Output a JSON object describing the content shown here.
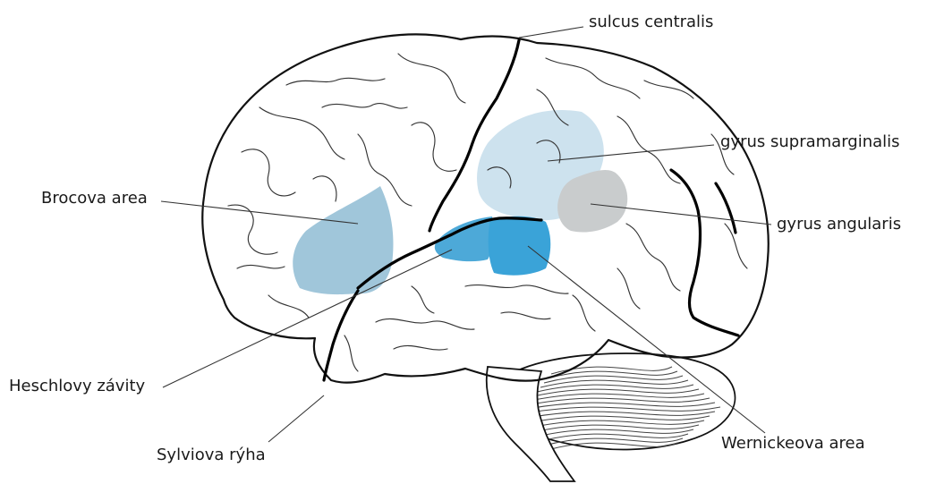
{
  "labels": {
    "sulcus_centralis": "sulcus centralis",
    "gyrus_supramarginalis": "gyrus supramarginalis",
    "brocova_area": "Brocova area",
    "gyrus_angularis": "gyrus angularis",
    "heschlovy_zavity": "Heschlovy závity",
    "wernickeova_area": "Wernickeova area",
    "sylviova_ryha": "Sylviova rýha"
  },
  "colors": {
    "broca": "#8fbcd4",
    "supramarginal": "#cde2ee",
    "angular": "#c9cccd",
    "heschl": "#4da9d8",
    "wernicke": "#3aa3d8",
    "outline": "#111111",
    "leader": "#333333"
  }
}
